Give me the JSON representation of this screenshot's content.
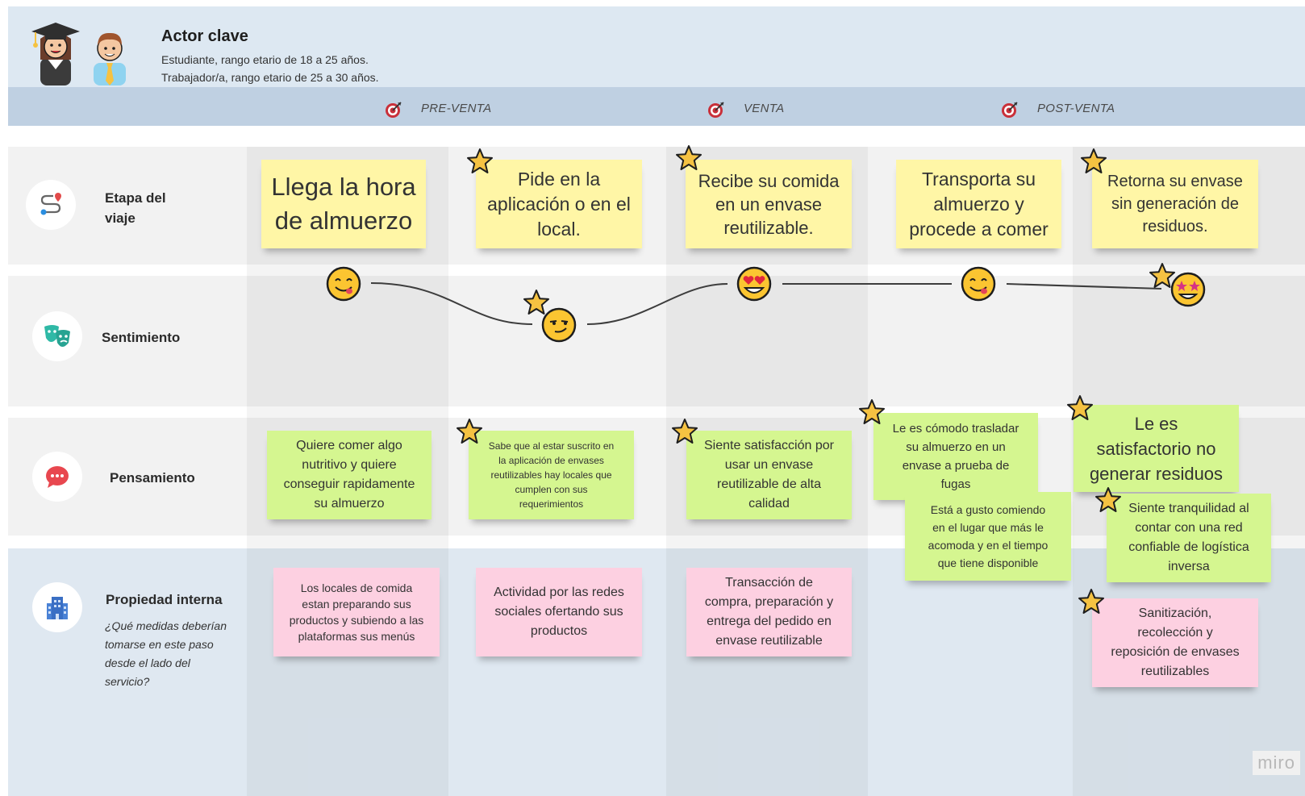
{
  "header": {
    "title": "Actor clave",
    "line1": "Estudiante, rango etario de 18 a 25 años.",
    "line2": "Trabajador/a, rango etario de 25 a 30 años."
  },
  "phases": [
    {
      "label": "PRE-VENTA"
    },
    {
      "label": "VENTA"
    },
    {
      "label": "POST-VENTA"
    }
  ],
  "rows": {
    "etapa": {
      "label": "Etapa del\nviaje"
    },
    "sentimiento": {
      "label": "Sentimiento"
    },
    "pensamiento": {
      "label": "Pensamiento"
    },
    "propiedad": {
      "label": "Propiedad interna",
      "sub": "¿Qué medidas deberían\ntomarse en este paso\ndesde el lado del\nservicio?"
    }
  },
  "notes": {
    "etapa": [
      "Llega la hora\nde almuerzo",
      "Pide en la\naplicación o en el\nlocal.",
      "Recibe su comida\nen un envase\nreutilizable.",
      "Transporta su\nalmuerzo y\nprocede a comer",
      "Retorna su envase\nsin generación de\nresiduos."
    ],
    "pensamiento": [
      "Quiere comer algo\nnutritivo y quiere\nconseguir rapidamente\nsu almuerzo",
      "Sabe que al estar suscrito en\nla aplicación de envases\nreutilizables hay locales que\ncumplen con sus\nrequerimientos",
      "Siente satisfacción por\nusar un envase\nreutilizable de alta\ncalidad",
      "Le es cómodo trasladar\nsu almuerzo en un\nenvase a prueba de\nfugas",
      "Está a gusto comiendo\nen el lugar que más le\nacomoda y en el tiempo\nque tiene disponible",
      "Le es\nsatisfactorio no\ngenerar residuos",
      "Siente tranquilidad al\ncontar con una red\nconfiable de logística\ninversa"
    ],
    "propiedad": [
      "Los locales de comida\nestan preparando sus\nproductos y subiendo a las\nplataformas sus menús",
      "Actividad por las redes\nsociales ofertando sus\nproductos",
      "Transacción de\ncompra, preparación y\nentrega del pedido en\nenvase reutilizable",
      "Sanitización,\nrecolección y\nreposición de envases\nreutilizables"
    ]
  },
  "sentiment_emojis": [
    "yum",
    "smirk",
    "heart-eyes",
    "yum",
    "star-struck"
  ],
  "watermark": "miro",
  "colors": {
    "sticky_yellow": "#fff6a6",
    "sticky_green": "#d5f690",
    "sticky_pink": "#fdd0e1",
    "header_bg": "#dde8f2",
    "phase_bar": "#bfd0e2",
    "star": "#f5c242"
  }
}
